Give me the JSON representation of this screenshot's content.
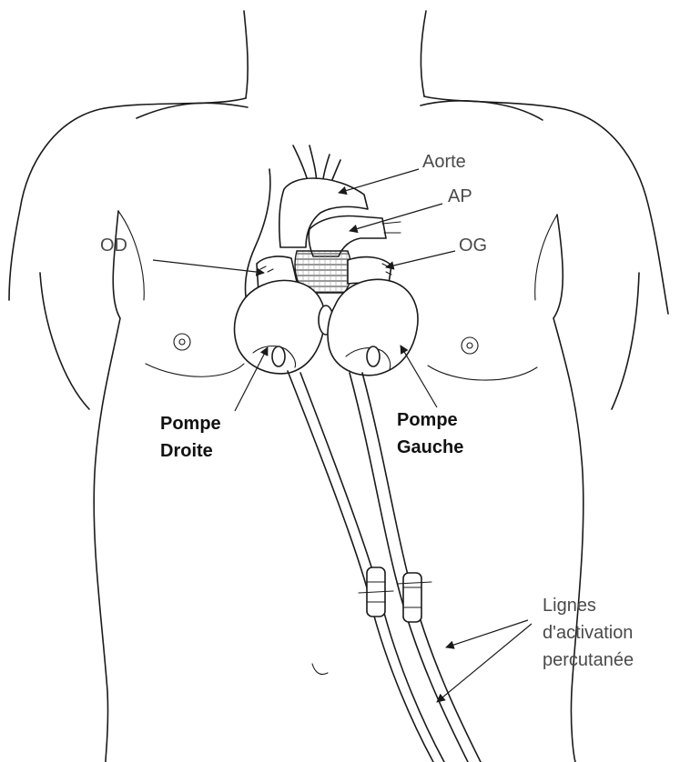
{
  "labels": {
    "aorte": "Aorte",
    "ap": "AP",
    "od": "OD",
    "og": "OG",
    "pompe_droite_line1": "Pompe",
    "pompe_droite_line2": "Droite",
    "pompe_gauche_line1": "Pompe",
    "pompe_gauche_line2": "Gauche",
    "lignes_line1": "Lignes",
    "lignes_line2": "d'activation",
    "lignes_line3": "percutanée"
  }
}
